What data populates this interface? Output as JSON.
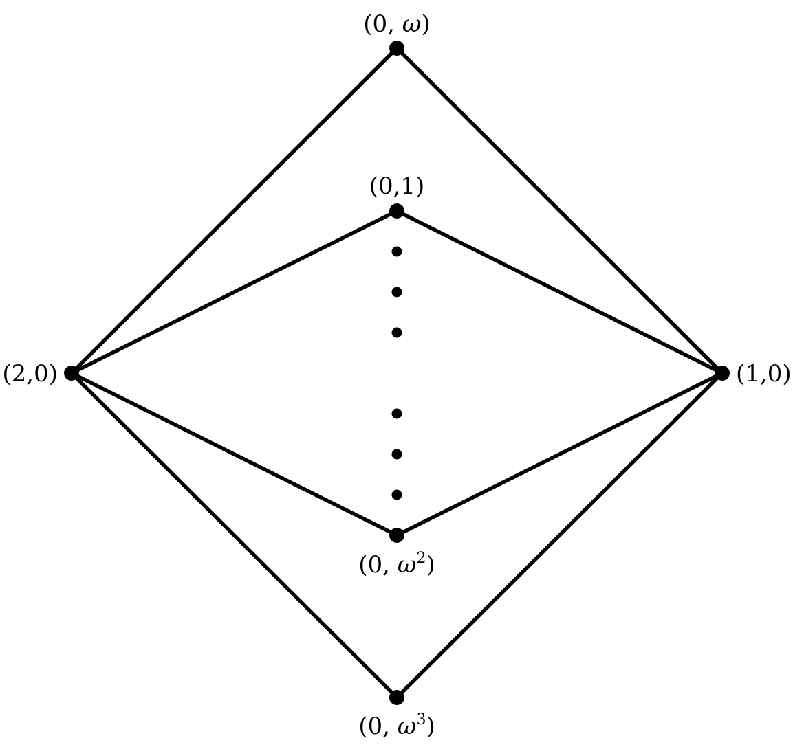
{
  "diagram": {
    "nodes": [
      {
        "id": "omega",
        "label_open": "(0, ",
        "label_var": "ω",
        "label_sup": "",
        "label_close": ")"
      },
      {
        "id": "one",
        "label_open": "(0,1)",
        "label_var": "",
        "label_sup": "",
        "label_close": ""
      },
      {
        "id": "left",
        "label_open": "(2,0)",
        "label_var": "",
        "label_sup": "",
        "label_close": ""
      },
      {
        "id": "right",
        "label_open": "(1,0)",
        "label_var": "",
        "label_sup": "",
        "label_close": ""
      },
      {
        "id": "omega2",
        "label_open": "(0, ",
        "label_var": "ω",
        "label_sup": "2",
        "label_close": ")"
      },
      {
        "id": "omega3",
        "label_open": "(0, ",
        "label_var": "ω",
        "label_sup": "3",
        "label_close": ")"
      }
    ],
    "edges": [
      {
        "from": "left",
        "to": "omega"
      },
      {
        "from": "omega",
        "to": "right"
      },
      {
        "from": "left",
        "to": "one"
      },
      {
        "from": "one",
        "to": "right"
      },
      {
        "from": "left",
        "to": "omega2"
      },
      {
        "from": "omega2",
        "to": "right"
      },
      {
        "from": "left",
        "to": "omega3"
      },
      {
        "from": "omega3",
        "to": "right"
      }
    ],
    "colors": {
      "ink": "#000000",
      "background": "#ffffff"
    }
  }
}
